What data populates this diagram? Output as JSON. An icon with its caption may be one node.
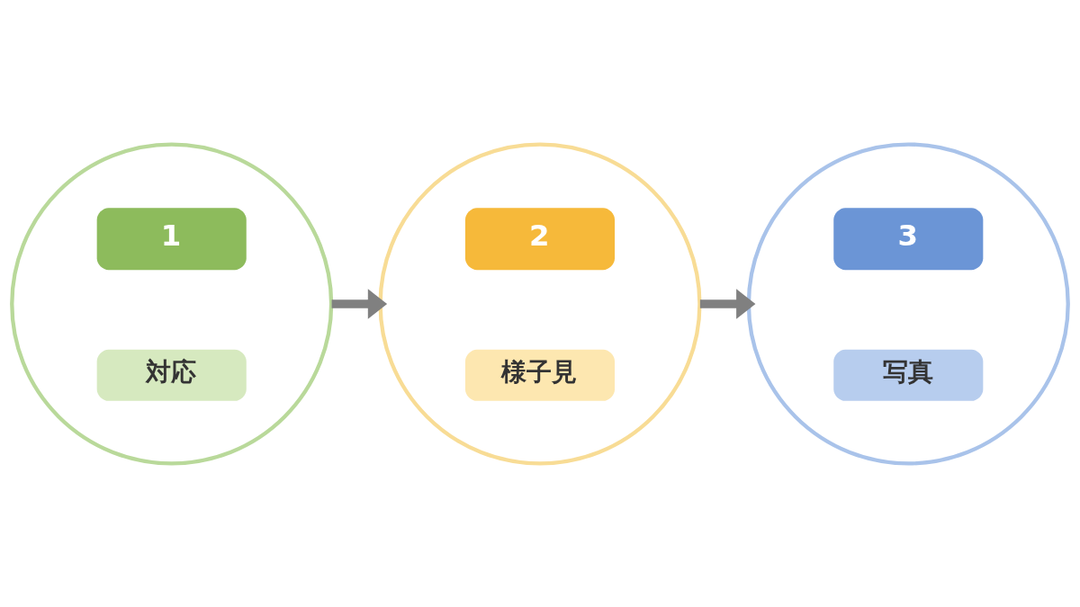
{
  "diagram": {
    "nodes": [
      {
        "text": [
          "1",
          "対応"
        ]
      },
      {
        "text": [
          "2",
          "様子見"
        ]
      },
      {
        "text": [
          "3",
          "写真"
        ]
      }
    ],
    "edges": [
      {
        "from": 0,
        "to": 1,
        "arrow": "to"
      },
      {
        "from": 1,
        "to": 2,
        "arrow": "to"
      }
    ]
  }
}
